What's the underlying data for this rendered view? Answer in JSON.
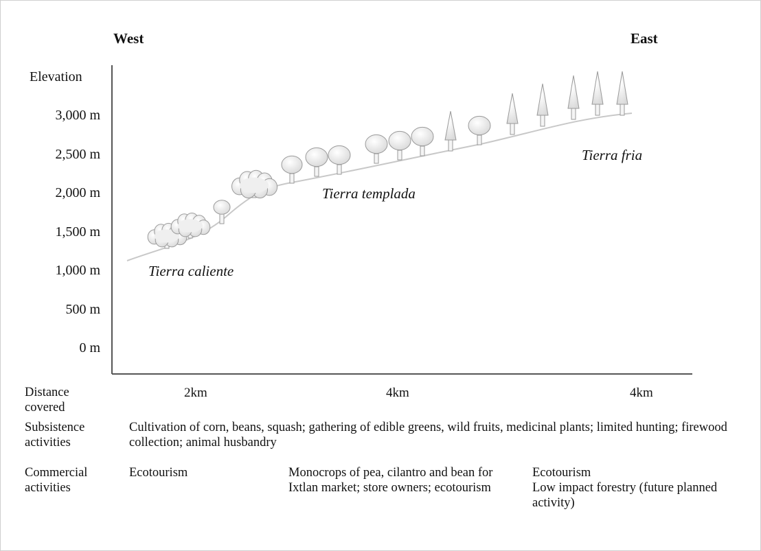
{
  "directions": {
    "west": "West",
    "east": "East"
  },
  "elevation_axis": {
    "label": "Elevation",
    "ticks": [
      "3,000 m",
      "2,500 m",
      "2,000 m",
      "1,500 m",
      "1,000 m",
      "500 m",
      "0 m"
    ]
  },
  "zones": {
    "caliente": "Tierra caliente",
    "templada": "Tierra templada",
    "fria": "Tierra fria"
  },
  "distance": {
    "label": "Distance covered",
    "values": [
      "2km",
      "4km",
      "4km"
    ]
  },
  "subsistence": {
    "label": "Subsistence activities",
    "text": "Cultivation of corn, beans, squash; gathering of edible greens, wild fruits, medicinal plants; limited hunting; firewood collection; animal husbandry"
  },
  "commercial": {
    "label": "Commercial activities",
    "col1": "Ecotourism",
    "col2": "Monocrops of pea, cilantro and bean for Ixtlan market; store owners; ecotourism",
    "col3_line1": "Ecotourism",
    "col3_line2": "Low impact forestry (future planned activity)"
  },
  "colors": {
    "axis": "#555555",
    "profile": "#c8c8c8",
    "tree_fill": "#f0f0f0",
    "tree_stroke": "#9a9a9a"
  }
}
